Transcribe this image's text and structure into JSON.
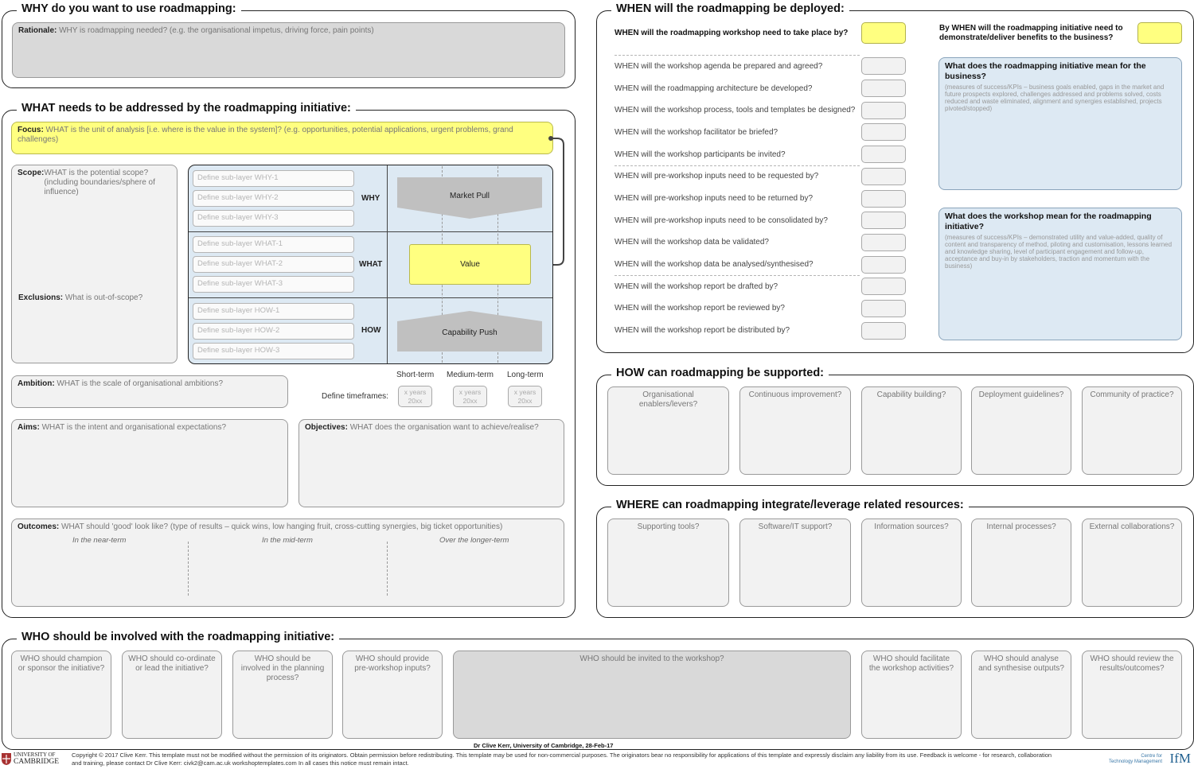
{
  "why": {
    "title": "WHY do you want to use roadmapping:",
    "rationale_label": "Rationale:",
    "rationale_text": " WHY is roadmapping needed? (e.g. the organisational impetus, driving force, pain points)"
  },
  "what": {
    "title": "WHAT needs to be addressed by the roadmapping initiative:",
    "focus_label": "Focus:",
    "focus_text": " WHAT is the unit of analysis [i.e. where is the value in the system]? (e.g. opportunities, potential applications, urgent problems, grand challenges)",
    "scope_label": "Scope:",
    "scope_text": " WHAT is the potential scope? (including boundaries/sphere of influence)",
    "exclusions_label": "Exclusions:",
    "exclusions_text": " What is out-of-scope?",
    "sublayers_why": [
      "Define sub-layer WHY-1",
      "Define sub-layer WHY-2",
      "Define sub-layer WHY-3"
    ],
    "sublayers_what": [
      "Define sub-layer WHAT-1",
      "Define sub-layer WHAT-2",
      "Define sub-layer WHAT-3"
    ],
    "sublayers_how": [
      "Define sub-layer HOW-1",
      "Define sub-layer HOW-2",
      "Define sub-layer HOW-3"
    ],
    "layer_why": "WHY",
    "layer_what": "WHAT",
    "layer_how": "HOW",
    "market_pull": "Market Pull",
    "value": "Value",
    "capability_push": "Capability Push",
    "timeframes_label": "Define timeframes:",
    "short_term": "Short-term",
    "medium_term": "Medium-term",
    "long_term": "Long-term",
    "tf_line1": "x years",
    "tf_line2": "20xx",
    "ambition_label": "Ambition:",
    "ambition_text": " WHAT is the scale of organisational ambitions?",
    "aims_label": "Aims:",
    "aims_text": " WHAT is the intent and organisational expectations?",
    "objectives_label": "Objectives:",
    "objectives_text": " WHAT does the organisation want to achieve/realise?",
    "outcomes_label": "Outcomes:",
    "outcomes_text": " WHAT should 'good' look like? (type of results – quick wins, low hanging fruit, cross-cutting synergies, big ticket opportunities)",
    "near_term": "In the near-term",
    "mid_term": "In the mid-term",
    "longer_term": "Over the longer-term"
  },
  "when": {
    "title": "WHEN will the roadmapping be deployed:",
    "workshop_q": "WHEN will the roadmapping workshop need to take place by?",
    "benefits_q": "By WHEN will the roadmapping initiative need to demonstrate/deliver benefits to the business?",
    "questions": [
      "WHEN will the workshop agenda be prepared and agreed?",
      "WHEN will the roadmapping architecture be developed?",
      "WHEN will the workshop process, tools and templates be designed?",
      "WHEN will the workshop facilitator be briefed?",
      "WHEN will the workshop participants be invited?",
      "WHEN will pre-workshop inputs need to be requested by?",
      "WHEN will pre-workshop inputs need to be returned by?",
      "WHEN will pre-workshop inputs need to be consolidated by?",
      "WHEN will the workshop data be validated?",
      "WHEN will the workshop data be analysed/synthesised?",
      "WHEN will the workshop report be drafted by?",
      "WHEN will the workshop report be reviewed by?",
      "WHEN will the workshop report be distributed by?"
    ],
    "business_title": "What does the roadmapping initiative mean for the business?",
    "business_text": "(measures of success/KPIs – business goals enabled, gaps in the market and future prospects explored, challenges addressed and problems solved, costs reduced and waste eliminated, alignment and synergies established, projects pivoted/stopped)",
    "workshop_title": "What does the workshop mean for the roadmapping initiative?",
    "workshop_text": "(measures of success/KPIs – demonstrated utility and value-added, quality of content and transparency of method, piloting and customisation, lessons learned and knowledge sharing, level of participant engagement and follow-up, acceptance and buy-in by stakeholders, traction and momentum with the business)"
  },
  "how": {
    "title": "HOW can roadmapping be supported:",
    "items": [
      "Organisational enablers/levers?",
      "Continuous improvement?",
      "Capability building?",
      "Deployment guidelines?",
      "Community of practice?"
    ]
  },
  "where": {
    "title": "WHERE can roadmapping integrate/leverage related resources:",
    "items": [
      "Supporting tools?",
      "Software/IT support?",
      "Information sources?",
      "Internal processes?",
      "External collaborations?"
    ]
  },
  "who": {
    "title": "WHO should be involved with the roadmapping initiative:",
    "items": [
      "WHO should champion or sponsor the initiative?",
      "WHO should co-ordinate or lead the initiative?",
      "WHO should be involved in the planning process?",
      "WHO should provide pre-workshop inputs?",
      "WHO should be invited to the workshop?",
      "WHO should facilitate the workshop activities?",
      "WHO should analyse and synthesise outputs?",
      "WHO should review the results/outcomes?"
    ]
  },
  "footer": {
    "author": "Dr Clive Kerr, University of Cambridge, 28-Feb-17",
    "copyright_line1": "Copyright © 2017 Clive Kerr. This template must not be modified without the permission of its originators. Obtain permission before redistributing. This template may be used for non-commercial purposes. The originators bear no responsibility for applications of this template and expressly disclaim any liability from its use. Feedback is welcome - for research, collaboration",
    "copyright_line2": "and training, please contact Dr Clive Kerr:  civk2@cam.ac.uk   workshoptemplates.com   In all cases this notice must remain intact.",
    "univ_line1": "UNIVERSITY OF",
    "univ_line2": "CAMBRIDGE",
    "ifm_small1": "Centre for",
    "ifm_small2": "Technology Management",
    "ifm_logo": "IfM"
  },
  "colors": {
    "yellow": "#ffff80",
    "blue_panel": "#dde9f3",
    "arch_bg": "#dde9f3",
    "arrow_grey": "#c0c0c0"
  }
}
